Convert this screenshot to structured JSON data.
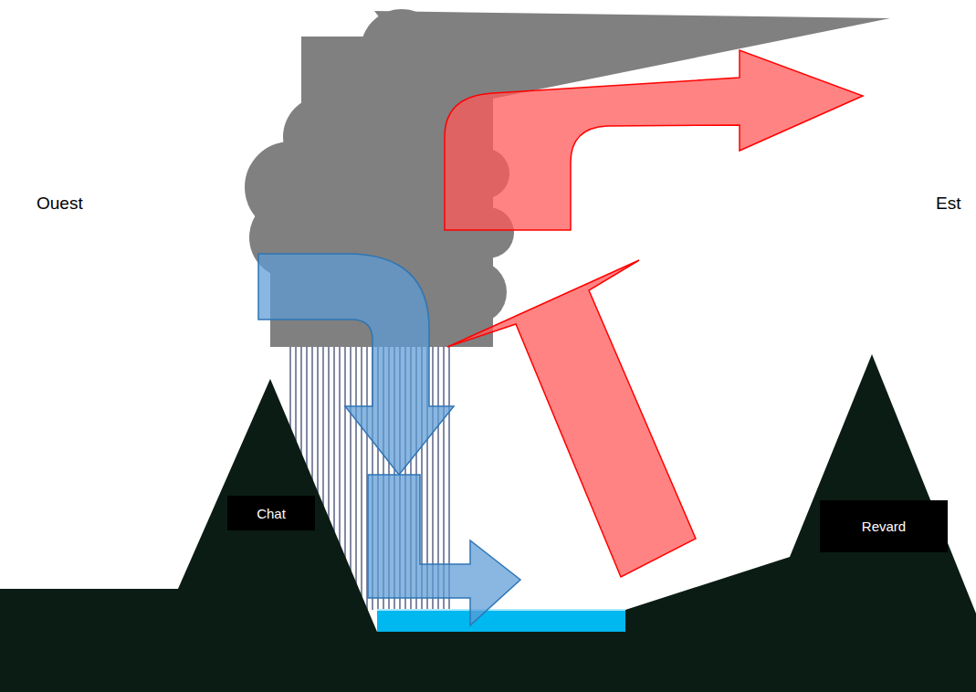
{
  "diagram": {
    "nodes": [
      {
        "text": [
          "Chat"
        ]
      },
      {
        "text": [
          "Revard"
        ]
      }
    ],
    "labels": [
      "Ouest",
      "Est"
    ]
  }
}
